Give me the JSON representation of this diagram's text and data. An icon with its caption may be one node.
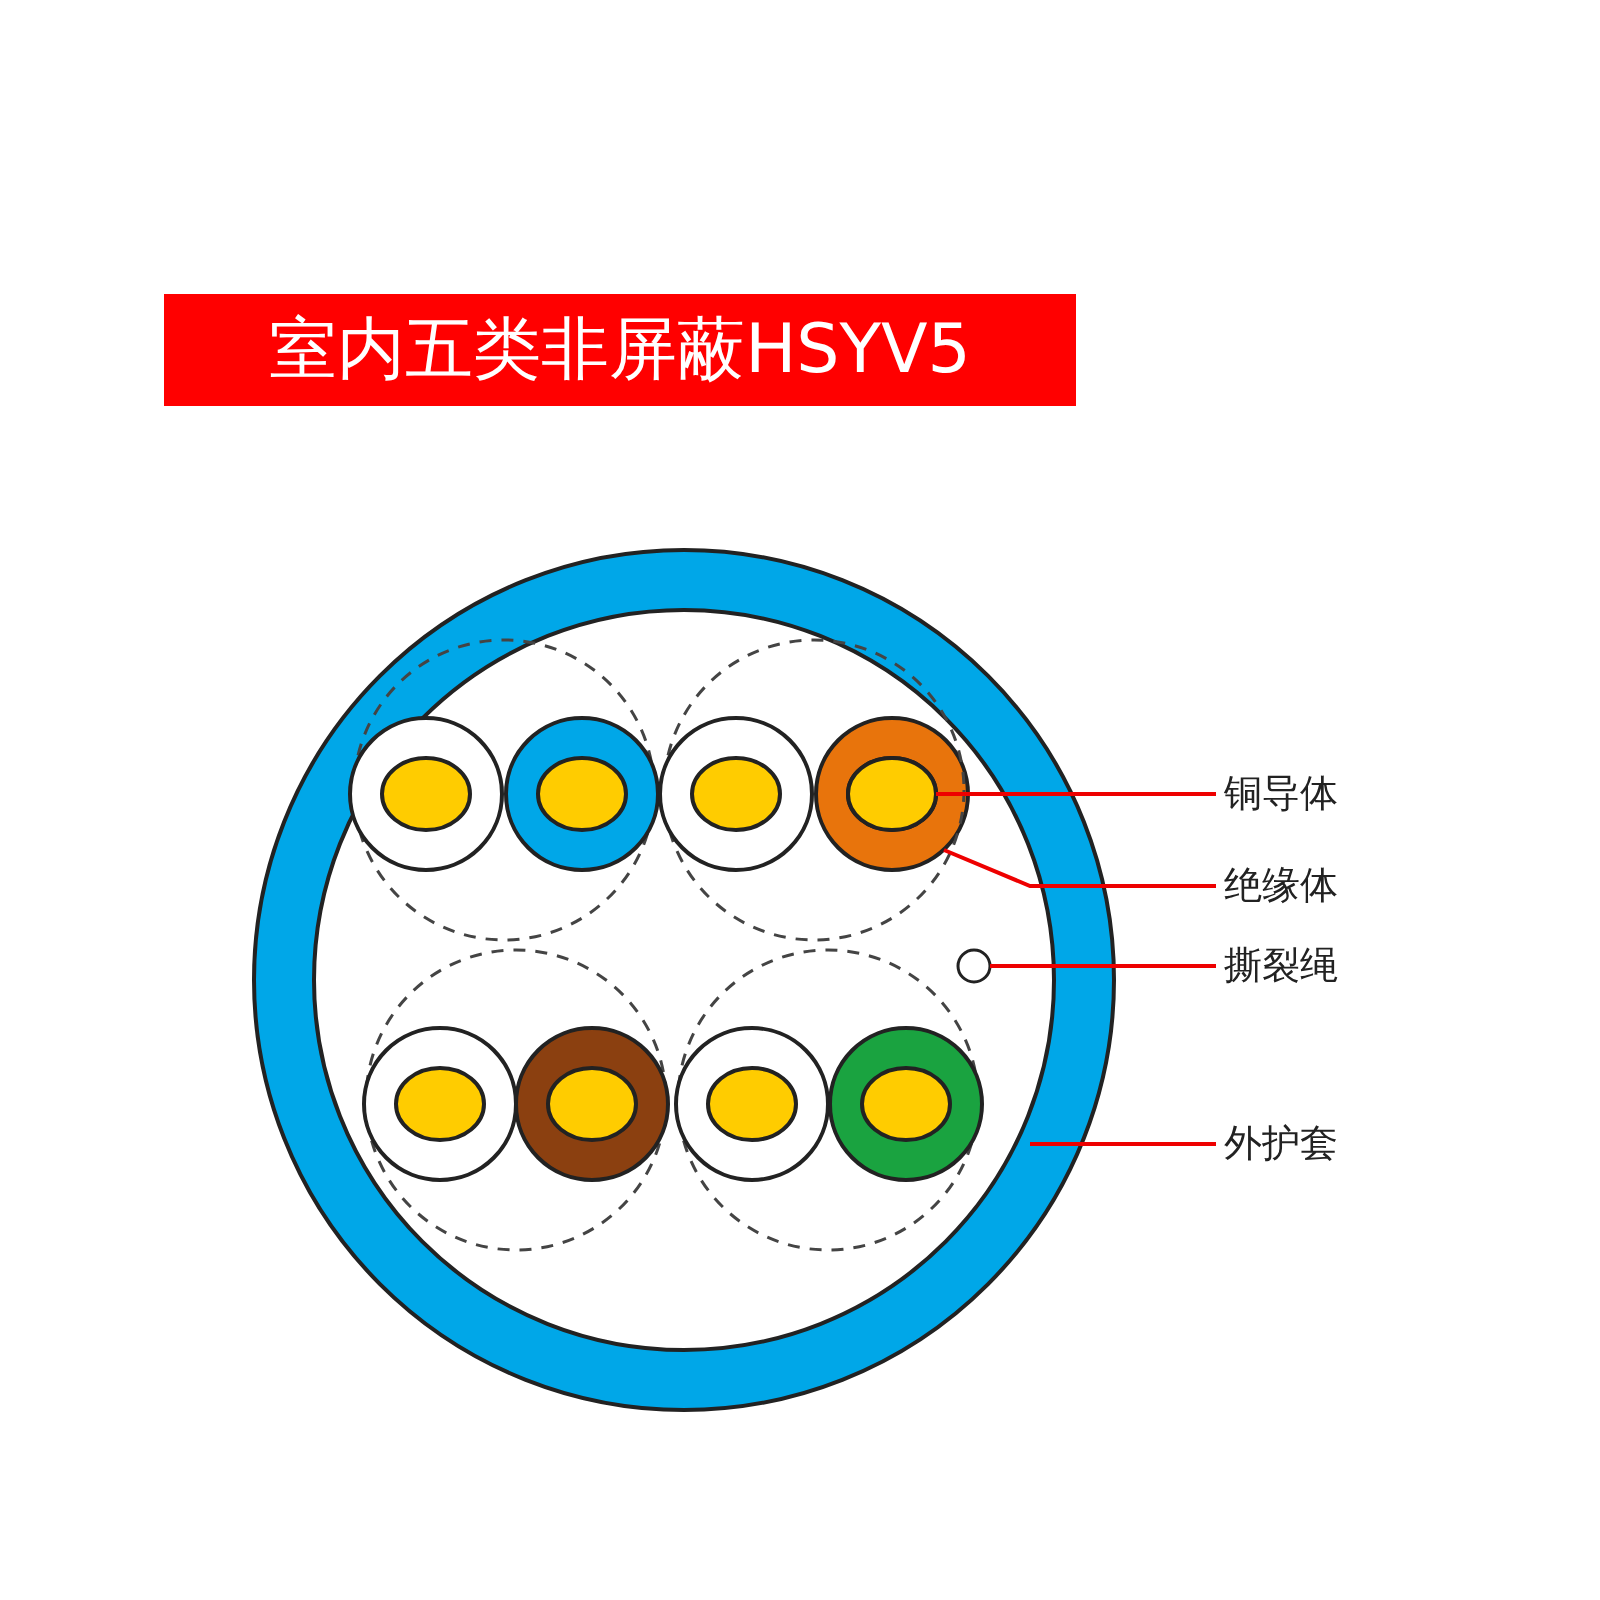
{
  "diagram": {
    "title": "室内五类非屏蔽HSYV5",
    "nodes": [
      {
        "text": [
          "铜导体"
        ]
      },
      {
        "text": [],
        "shape": "circle",
        "in": 3
      },
      {
        "text": [
          "绝缘体"
        ]
      },
      {
        "text": [],
        "shape": "circle",
        "in": 7
      },
      {
        "text": [
          "撕裂绳"
        ]
      },
      {
        "text": [],
        "shape": "circle",
        "in": 7
      },
      {
        "text": [
          "外护套"
        ]
      },
      {
        "text": [],
        "shape": "circle"
      }
    ],
    "edges": [
      {
        "from": 0,
        "to": 1,
        "arrow": "none"
      },
      {
        "from": 2,
        "to": 3,
        "arrow": "none"
      },
      {
        "from": 4,
        "to": 5,
        "arrow": "none"
      },
      {
        "from": 6,
        "to": 7,
        "arrow": "none"
      }
    ]
  }
}
